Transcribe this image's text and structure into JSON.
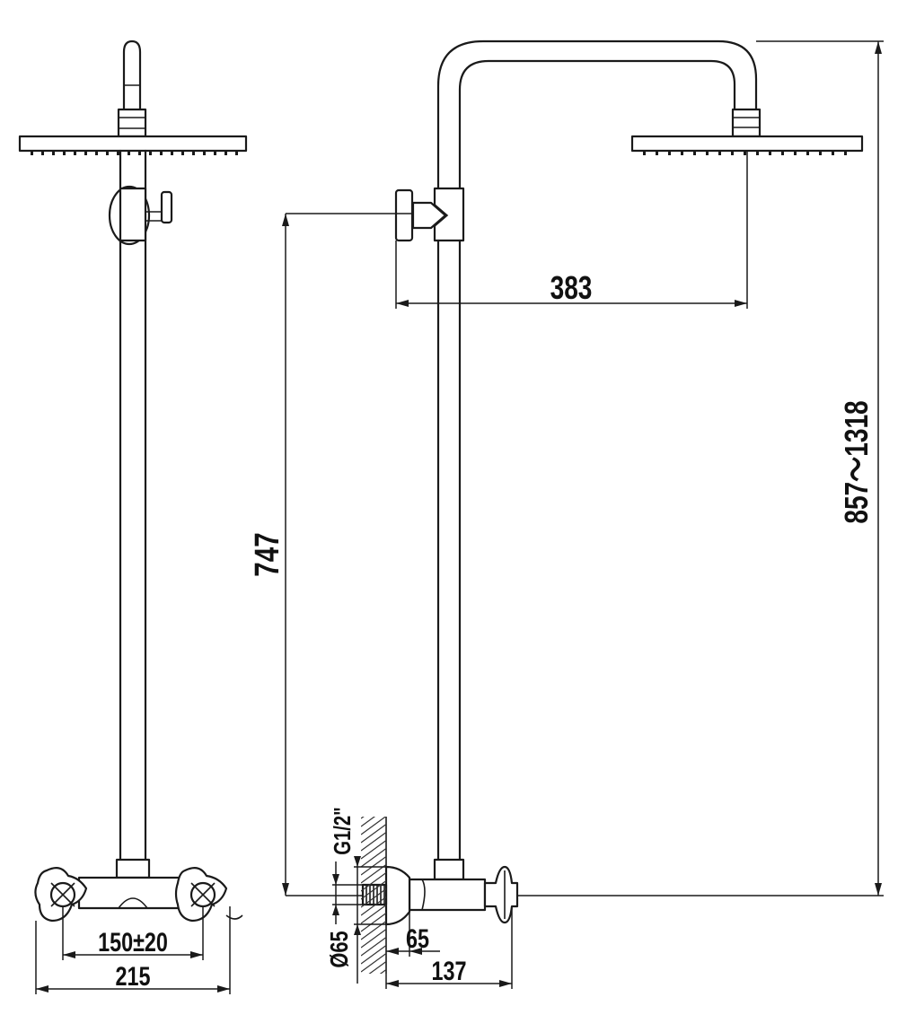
{
  "diagram": {
    "line_color": "#1a1a1a",
    "background": "#ffffff",
    "dimensions": {
      "pipe_height": "747",
      "head_reach": "383",
      "total_height": "857～1318",
      "inlet_spacing": "150±20",
      "mixer_width": "215",
      "wall_flange_diameter": "Ø65",
      "thread": "G1/2\"",
      "flange_offset": "65",
      "wall_projection": "137"
    }
  }
}
